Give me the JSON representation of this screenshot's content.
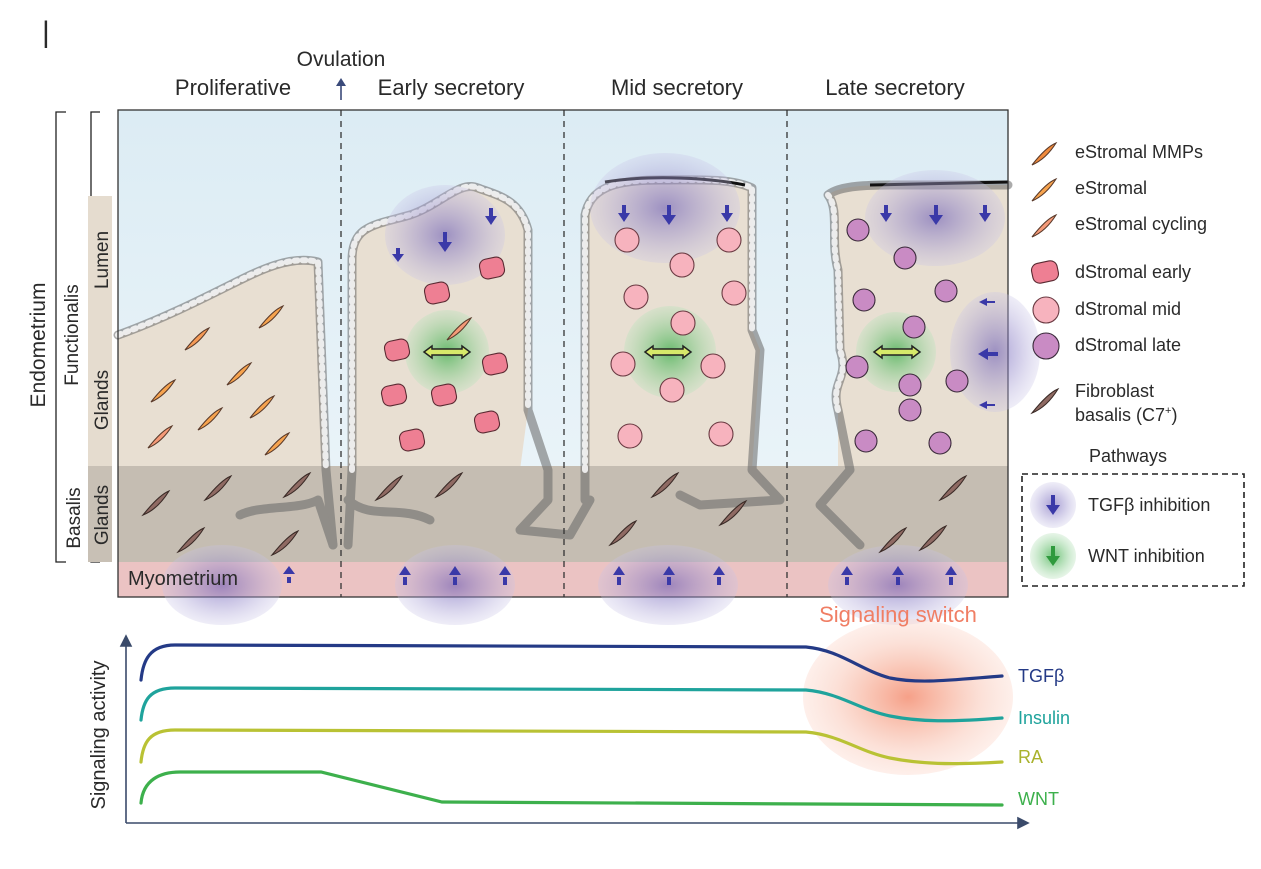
{
  "panel_marker": "|",
  "ovulation": "Ovulation",
  "phases": [
    "Proliferative",
    "Early secretory",
    "Mid secretory",
    "Late secretory"
  ],
  "side_labels": {
    "endometrium": "Endometrium",
    "functionalis": "Functionalis",
    "basalis": "Basalis",
    "lumen": "Lumen",
    "glands_upper": "Glands",
    "glands_lower": "Glands",
    "myometrium": "Myometrium"
  },
  "legend": [
    {
      "label": "eStromal MMPs",
      "icon": "estromal-mmps-cell-icon",
      "color": "#f08a3c"
    },
    {
      "label": "eStromal",
      "icon": "estromal-cell-icon",
      "color": "#f6a34e"
    },
    {
      "label": "eStromal cycling",
      "icon": "estromal-cycling-cell-icon",
      "color": "#f59a78"
    },
    {
      "label": "dStromal early",
      "icon": "dstromal-early-cell-icon",
      "color": "#ee7f93"
    },
    {
      "label": "dStromal mid",
      "icon": "dstromal-mid-cell-icon",
      "color": "#f7b3be"
    },
    {
      "label": "dStromal late",
      "icon": "dstromal-late-cell-icon",
      "color": "#c98bc4"
    },
    {
      "label": "Fibroblast",
      "label2": "basalis (C7",
      "sup": "+",
      "close": ")",
      "icon": "fibroblast-cell-icon",
      "color": "#8f6a63"
    }
  ],
  "pathways": {
    "title": "Pathways",
    "items": [
      {
        "label": "TGFβ inhibition",
        "icon": "tgfb-inhibition-icon",
        "color": "#4b3f9c"
      },
      {
        "label": "WNT inhibition",
        "icon": "wnt-inhibition-icon",
        "color": "#3aa84a"
      }
    ]
  },
  "chart_data": {
    "type": "line",
    "ylabel": "Signaling activity",
    "annotation": "Signaling switch",
    "series": [
      {
        "name": "TGFβ",
        "color": "#243a86"
      },
      {
        "name": "Insulin",
        "color": "#1fa39c"
      },
      {
        "name": "RA",
        "color": "#b9c234"
      },
      {
        "name": "WNT",
        "color": "#3db04c"
      }
    ]
  },
  "colors": {
    "lumen_sky": "#dcecf4",
    "tissue": "#e8dfd2",
    "basalis": "#c5bdb2",
    "myometrium": "#ebc3c3",
    "switch": "#f8b4a0",
    "switch_text": "#f07e64"
  }
}
